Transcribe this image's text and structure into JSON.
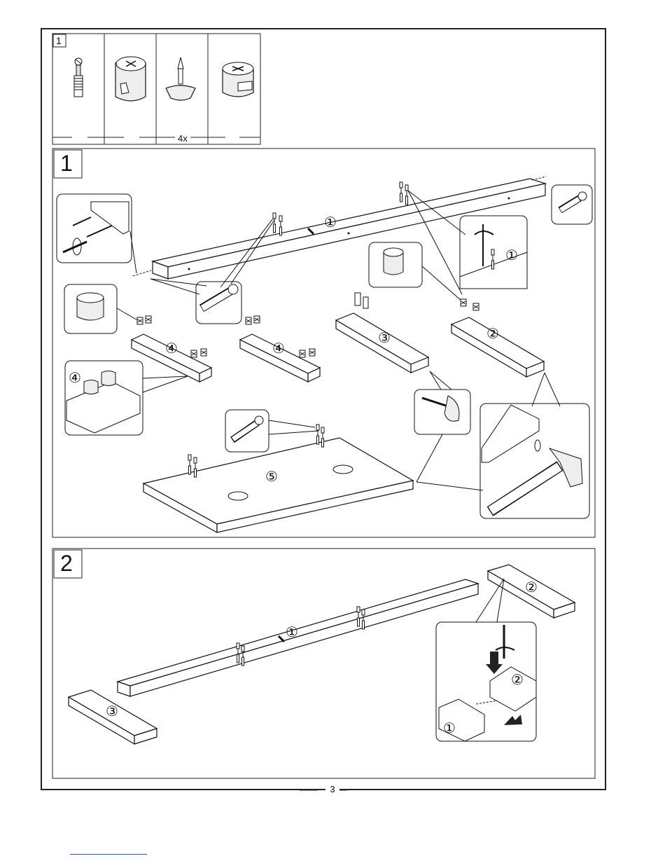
{
  "parts_box": {
    "label": "1",
    "quantity": "4x",
    "parts": [
      {
        "icon": "cam-bolt-icon"
      },
      {
        "icon": "cam-lock-icon"
      },
      {
        "icon": "nail-glide-icon"
      },
      {
        "icon": "cam-lock-icon"
      }
    ]
  },
  "step1": {
    "number": "1",
    "panel_labels": {
      "long_rail": "①",
      "side_a": "②",
      "side_b": "③",
      "short_left": "④",
      "short_mid": "④",
      "base": "⑤",
      "detail_rail": "①",
      "detail_short": "④"
    }
  },
  "step2": {
    "number": "2",
    "panel_labels": {
      "long_rail": "①",
      "side_right": "②",
      "side_left": "③",
      "detail_side": "②",
      "detail_rail": "①"
    }
  },
  "page": {
    "number": "3"
  }
}
